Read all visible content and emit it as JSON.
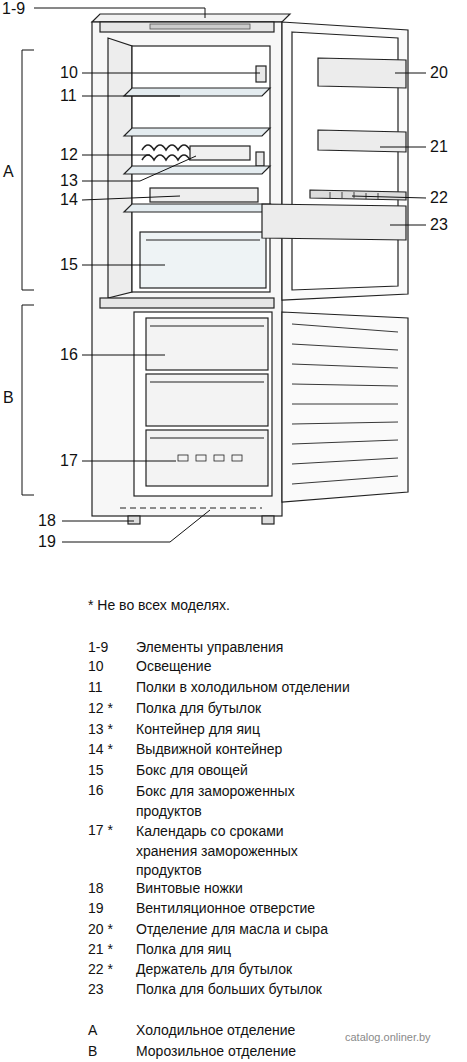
{
  "diagram": {
    "labels": [
      "1-9",
      "10",
      "20",
      "11",
      "21",
      "12",
      "13",
      "22",
      "14",
      "23",
      "A",
      "15",
      "16",
      "B",
      "17",
      "18",
      "19",
      "* Не во всех моделях.",
      "1-9",
      "Элементы управления",
      "10",
      "Освещение",
      "11",
      "Полки в холодильном отделении",
      "12 *",
      "Полка для бутылок",
      "13 *",
      "Контейнер для яиц",
      "14 *",
      "Выдвижной контейнер",
      "15",
      "Бокс для овощей",
      "16",
      "Бокс для замороженных продуктов",
      "17 *",
      "Календарь со сроками хранения замороженных продуктов",
      "18",
      "Винтовые ножки",
      "19",
      "Вентиляционное отверстие",
      "20 *",
      "Отделение для масла и сыра",
      "21 *",
      "Полка для яиц",
      "22 *",
      "Держатель для бутылок",
      "23",
      "Полка для больших бутылок",
      "A",
      "Холодильное отделение",
      "B",
      "Морозильное отделение",
      "catalog.onliner.by"
    ]
  }
}
